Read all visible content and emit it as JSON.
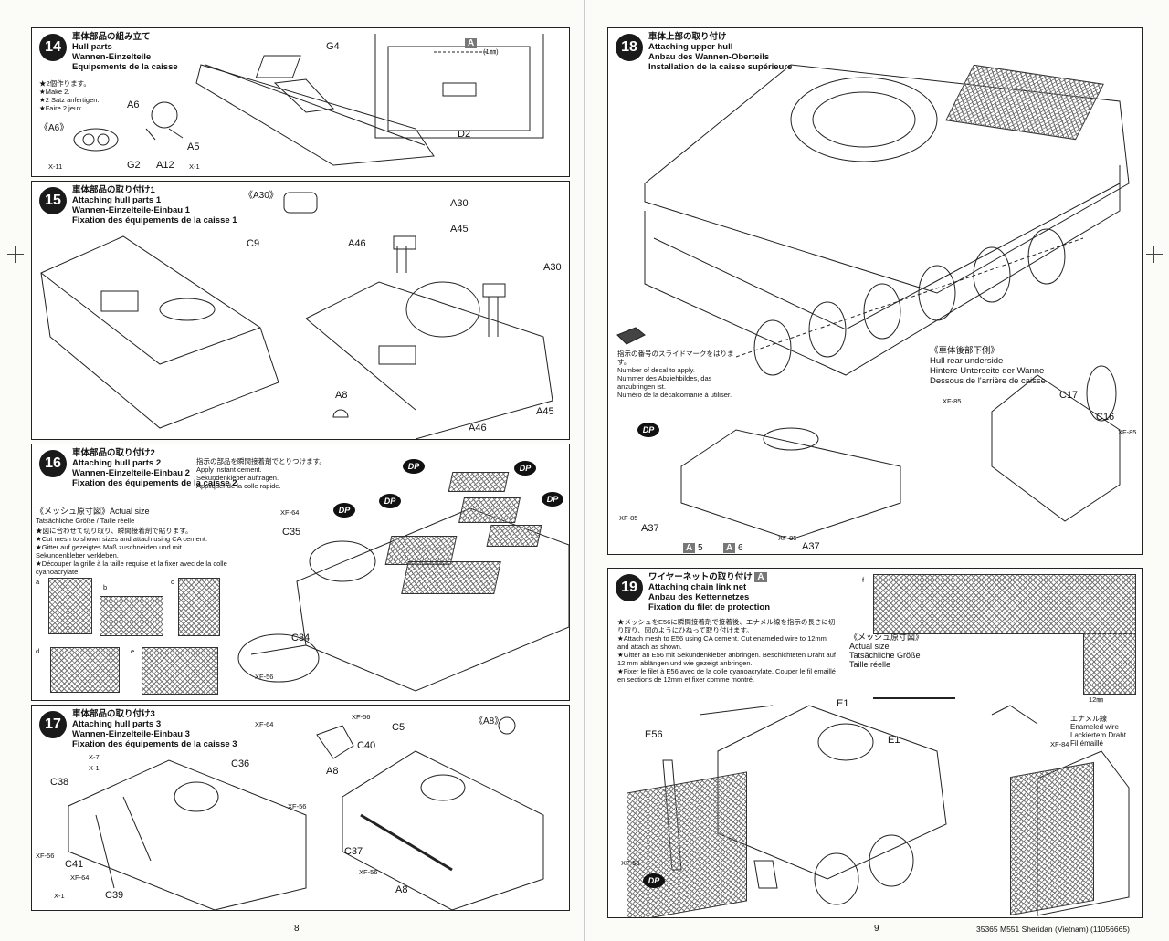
{
  "left_page": {
    "page_number": "8",
    "step14": {
      "number": "14",
      "title_jp": "車体部品の組み立て",
      "title_en": "Hull parts",
      "title_de": "Wannen-Einzelteile",
      "title_fr": "Equipements de la caisse",
      "note_jp": "★2個作ります。",
      "note_en": "★Make 2.",
      "note_de": "★2 Satz anfertigen.",
      "note_fr": "★Faire 2 jeux.",
      "inset_label": "《A6》",
      "part_labels": [
        "G4",
        "A6",
        "A5",
        "G2",
        "A12",
        "X-1",
        "X-11",
        "D2"
      ],
      "tag_a": "A",
      "dim": "(1㎜)"
    },
    "step15": {
      "number": "15",
      "title_jp": "車体部品の取り付け1",
      "title_en": "Attaching hull parts 1",
      "title_de": "Wannen-Einzelteile-Einbau 1",
      "title_fr": "Fixation des équipements de la caisse 1",
      "inset_label": "《A30》",
      "part_labels": [
        "C9",
        "A30",
        "A45",
        "A46",
        "A30",
        "A8",
        "A46",
        "A45"
      ]
    },
    "step16": {
      "number": "16",
      "title_jp": "車体部品の取り付け2",
      "title_en": "Attaching hull parts 2",
      "title_de": "Wannen-Einzelteile-Einbau 2",
      "title_fr": "Fixation des équipements de la caisse 2",
      "cement_jp": "指示の部品を瞬間接着剤でとりつけます。",
      "cement_en": "Apply instant cement.",
      "cement_de": "Sekundenkleber auftragen.",
      "cement_fr": "Appliquer de la colle rapide.",
      "mesh_heading": "《メッシュ原寸図》Actual size",
      "mesh_heading2": "Tatsächliche Größe / Taille réelle",
      "mesh_note_jp": "★図に合わせて切り取り、瞬間接着剤で貼ります。",
      "mesh_note_en": "★Cut mesh to shown sizes and attach using CA cement.",
      "mesh_note_de": "★Gitter auf gezeigtes Maß zuschneiden und mit Sekundenkleber verkleben.",
      "mesh_note_fr": "★Découper la grille à la taille requise et la fixer avec de la colle cyanoacrylate.",
      "mesh_letters": [
        "a",
        "b",
        "c",
        "d",
        "e"
      ],
      "part_labels": [
        "XF-64",
        "C35",
        "C34",
        "XF-56"
      ],
      "dp": "DP"
    },
    "step17": {
      "number": "17",
      "title_jp": "車体部品の取り付け3",
      "title_en": "Attaching hull parts 3",
      "title_de": "Wannen-Einzelteile-Einbau 3",
      "title_fr": "Fixation des équipements de la caisse 3",
      "inset_label": "《A8》",
      "part_labels": [
        "X-7",
        "X-1",
        "C38",
        "C36",
        "XF-56",
        "XF-64",
        "XF-56",
        "C40",
        "C5",
        "A8",
        "C37",
        "XF-56",
        "A8",
        "XF-56",
        "C41",
        "XF-64",
        "X-1",
        "C39"
      ]
    }
  },
  "right_page": {
    "page_number": "9",
    "product": "35365  M551 Sheridan (Vietnam) (11056665)",
    "step18": {
      "number": "18",
      "title_jp": "車体上部の取り付け",
      "title_en": "Attaching upper hull",
      "title_de": "Anbau des Wannen-Oberteils",
      "title_fr": "Installation de la caisse supérieure",
      "decal_jp": "指示の番号のスライドマークをはります。",
      "decal_en": "Number of decal to apply.",
      "decal_de": "Nummer des Abziehbildes, das anzubringen ist.",
      "decal_fr": "Numéro de la décalcomanie à utiliser.",
      "rear_label_jp": "《車体後部下側》",
      "rear_label_en": "Hull rear underside",
      "rear_label_de": "Hintere Unterseite der Wanne",
      "rear_label_fr": "Dessous de l'arrière de caisse",
      "part_labels": [
        "XF-85",
        "C17",
        "C16",
        "XF-85",
        "XF-85",
        "A37",
        "XF-85",
        "A37"
      ],
      "decal_tags": [
        "5",
        "6"
      ],
      "tag_a": "A",
      "dp": "DP"
    },
    "step19": {
      "number": "19",
      "title_jp": "ワイヤーネットの取り付け",
      "title_en": "Attaching chain link net",
      "title_de": "Anbau des Kettennetzes",
      "title_fr": "Fixation du filet de protection",
      "tag_a": "A",
      "note_jp": "★メッシュをE56に瞬間接着剤で接着後、エナメル線を指示の長さに切り取り、図のようにひねって取り付けます。",
      "note_en": "★Attach mesh to E56 using CA cement. Cut enameled wire to 12mm and attach as shown.",
      "note_de": "★Gitter an E56 mit Sekundenkleber anbringen. Beschichteten Draht auf 12 mm ablängen und wie gezeigt anbringen.",
      "note_fr": "★Fixer le filet à E56 avec de la colle cyanoacrylate. Couper le fil émaillé en sections de 12mm et fixer comme montré.",
      "mesh_label_jp": "《メッシュ原寸図》",
      "mesh_label_en": "Actual size",
      "mesh_label_de": "Tatsächliche Größe",
      "mesh_label_fr": "Taille réelle",
      "mesh_letter": "f",
      "wire_len": "12㎜",
      "wire_jp": "エナメル線",
      "wire_en": "Enameled wire",
      "wire_de": "Lackiertem Draht",
      "wire_fr": "Fil émaillé",
      "part_labels": [
        "E1",
        "E56",
        "E1",
        "XF-53",
        "XF-84"
      ],
      "dp": "DP"
    }
  }
}
